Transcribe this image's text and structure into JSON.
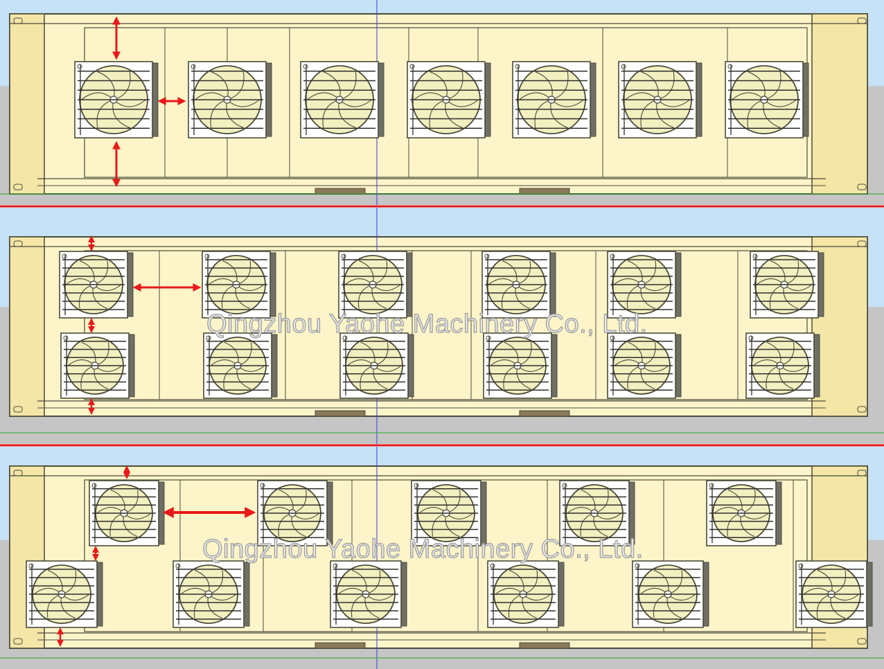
{
  "diagram": {
    "panels": [
      {
        "layout": "single-row",
        "fan_count": 7,
        "watermark": ""
      },
      {
        "layout": "two-rows-aligned",
        "fan_count": 12,
        "watermark": "Qingzhou Yaohe Machinery Co., Ltd."
      },
      {
        "layout": "two-rows-staggered",
        "fan_count": 11,
        "watermark": "Qingzhou Yaohe Machinery Co., Ltd."
      }
    ],
    "colors": {
      "sky": "#c6e2f6",
      "ground": "#c5c5c5",
      "container": "#fdf5c9",
      "container_dark": "#f4e6a7",
      "outline": "#4a4a3a",
      "fan_blade": "#f2efc0",
      "arrow": "#e8191a",
      "divider": "#e3191b",
      "axis_blue": "#3a3ad8",
      "axis_green": "#2fa52f",
      "skid": "#8a7a5a"
    }
  }
}
